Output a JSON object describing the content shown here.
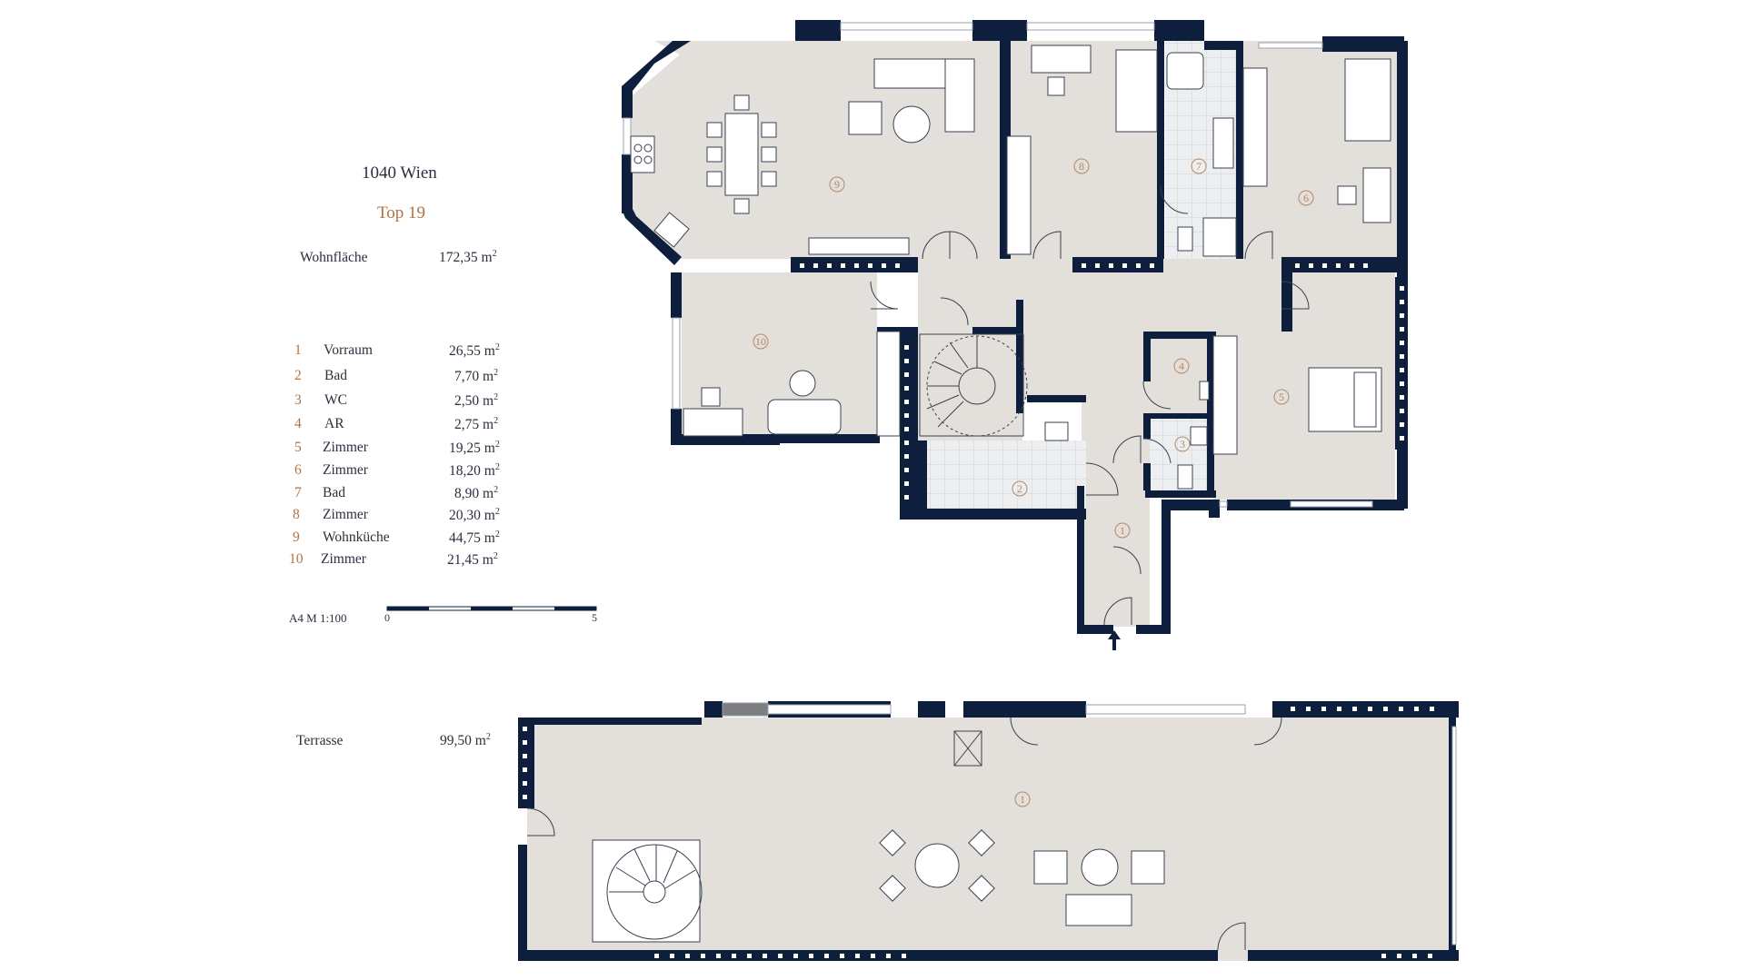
{
  "address": "1040 Wien",
  "unit": "Top 19",
  "living_area": {
    "label": "Wohnfläche",
    "value": "172,35 m",
    "unit_sup": "2"
  },
  "rooms": [
    {
      "num": "1",
      "name": "Vorraum",
      "area": "26,55 m"
    },
    {
      "num": "2",
      "name": "Bad",
      "area": "7,70 m"
    },
    {
      "num": "3",
      "name": "WC",
      "area": "2,50 m"
    },
    {
      "num": "4",
      "name": "AR",
      "area": "2,75 m"
    },
    {
      "num": "5",
      "name": "Zimmer",
      "area": "19,25 m"
    },
    {
      "num": "6",
      "name": "Zimmer",
      "area": "18,20 m"
    },
    {
      "num": "7",
      "name": "Bad",
      "area": "8,90 m"
    },
    {
      "num": "8",
      "name": "Zimmer",
      "area": "20,30 m"
    },
    {
      "num": "9",
      "name": "Wohnküche",
      "area": "44,75 m"
    },
    {
      "num": "10",
      "name": "Zimmer",
      "area": "21,45 m"
    }
  ],
  "area_sup": "2",
  "scale": {
    "note": "A4  M 1:100",
    "start": "0",
    "end": "5"
  },
  "terrace": {
    "label": "Terrasse",
    "value": "99,50  m",
    "unit_sup": "2",
    "room_num": "1"
  },
  "colors": {
    "wall": "#0e1f3d",
    "floor": "#e3dfda",
    "tile": "#eaeced",
    "accent": "#b07344",
    "text": "#2a2f3d"
  }
}
